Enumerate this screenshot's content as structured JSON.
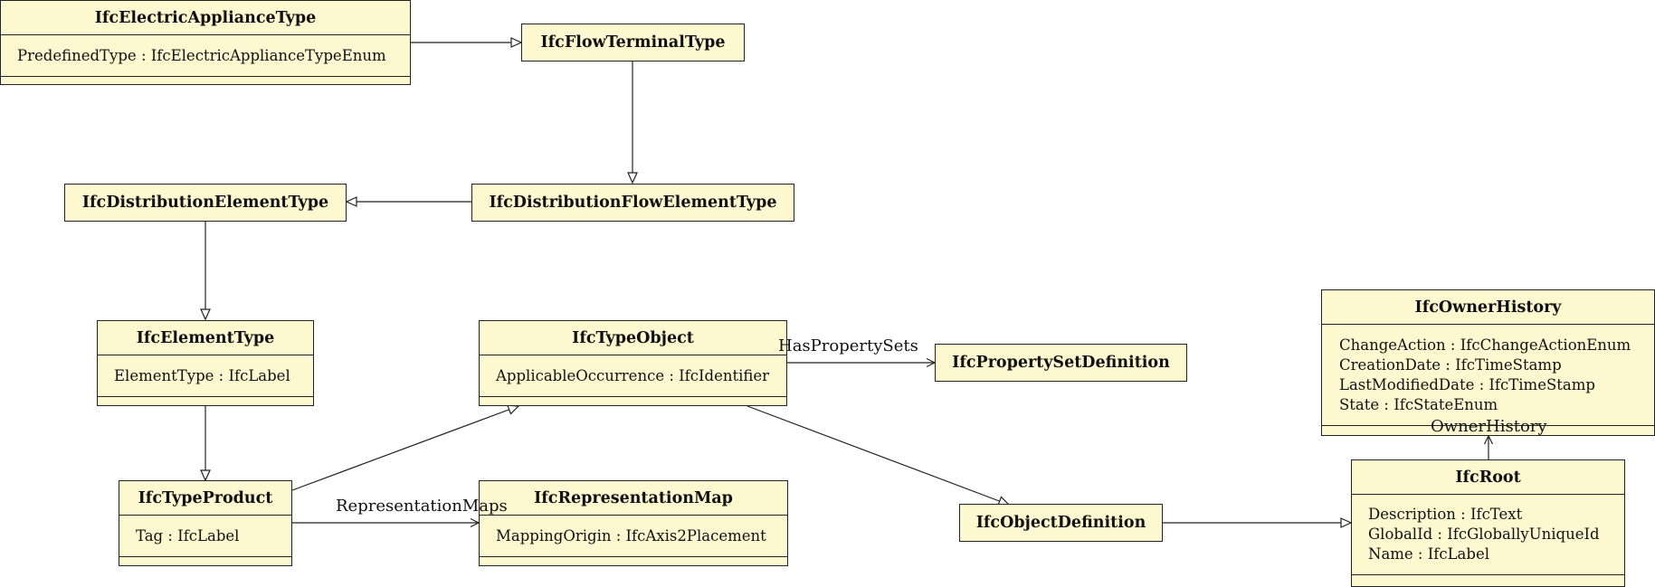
{
  "classes": {
    "electric_appliance_type": {
      "name": "IfcElectricApplianceType",
      "attributes": [
        "PredefinedType : IfcElectricApplianceTypeEnum"
      ]
    },
    "flow_terminal_type": {
      "name": "IfcFlowTerminalType"
    },
    "distribution_element_type": {
      "name": "IfcDistributionElementType"
    },
    "distribution_flow_element_type": {
      "name": "IfcDistributionFlowElementType"
    },
    "element_type": {
      "name": "IfcElementType",
      "attributes": [
        "ElementType : IfcLabel"
      ]
    },
    "type_object": {
      "name": "IfcTypeObject",
      "attributes": [
        "ApplicableOccurrence : IfcIdentifier"
      ]
    },
    "property_set_definition": {
      "name": "IfcPropertySetDefinition"
    },
    "owner_history": {
      "name": "IfcOwnerHistory",
      "attributes": [
        "ChangeAction : IfcChangeActionEnum",
        "CreationDate : IfcTimeStamp",
        "LastModifiedDate : IfcTimeStamp",
        "State : IfcStateEnum"
      ]
    },
    "type_product": {
      "name": "IfcTypeProduct",
      "attributes": [
        "Tag : IfcLabel"
      ]
    },
    "representation_map": {
      "name": "IfcRepresentationMap",
      "attributes": [
        "MappingOrigin : IfcAxis2Placement"
      ]
    },
    "object_definition": {
      "name": "IfcObjectDefinition"
    },
    "root": {
      "name": "IfcRoot",
      "attributes": [
        "Description : IfcText",
        "GlobalId : IfcGloballyUniqueId",
        "Name : IfcLabel"
      ]
    }
  },
  "associations": {
    "has_property_sets": "HasPropertySets",
    "representation_maps": "RepresentationMaps",
    "owner_history": "OwnerHistory"
  },
  "colors": {
    "class_fill": "#fdf8cf",
    "line": "#222222"
  }
}
